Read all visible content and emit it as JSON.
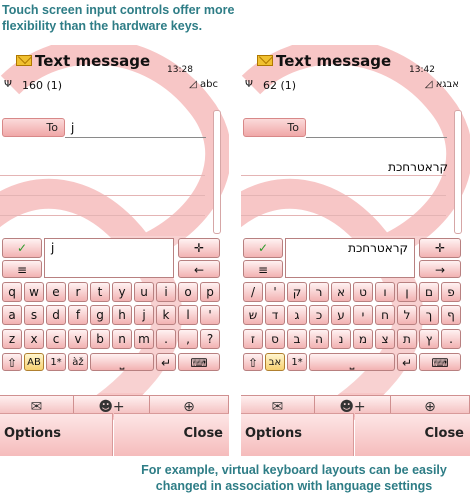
{
  "captions": {
    "top_line1": "Touch screen input controls offer more",
    "top_line2": "flexibility than the hardware keys.",
    "bottom_line1": "For example, virtual keyboard layouts can be easily",
    "bottom_line2": "changed in association with language settings"
  },
  "colors": {
    "caption": "#2e7d86",
    "accent_pink": "#f2b2b2",
    "key_selected": "#f7d070"
  },
  "left_phone": {
    "title": "Text message",
    "time": "13:28",
    "signal_icon": "antenna-icon",
    "counter": "160 (1)",
    "input_mode": "abc",
    "to_label": "To",
    "to_text": "j",
    "input_text": "j",
    "keys": {
      "row1": [
        "q",
        "w",
        "e",
        "r",
        "t",
        "y",
        "u",
        "i",
        "o",
        "p"
      ],
      "row2": [
        "a",
        "s",
        "d",
        "f",
        "g",
        "h",
        "j",
        "k",
        "l",
        "'"
      ],
      "row3": [
        "z",
        "x",
        "c",
        "v",
        "b",
        "n",
        "m",
        ".",
        ",",
        " ?"
      ],
      "shift": "⇧",
      "case": "AB",
      "numbers": "1*",
      "accents": "àž",
      "space": "⎵",
      "enter": "↵",
      "kbd": "⌨"
    },
    "check": "✓",
    "move": "✛",
    "menu": "≡",
    "backspace": "←",
    "softkey_left": "Options",
    "softkey_right": "Close"
  },
  "right_phone": {
    "title": "Text message",
    "time": "13:42",
    "signal_icon": "antenna-icon",
    "counter": "62 (1)",
    "input_mode": "אבגא",
    "to_label": "To",
    "body_text": "קראטרחכת",
    "input_text": "קראטרחכת",
    "keys": {
      "row1": [
        "/",
        "'",
        "ק",
        "ר",
        "א",
        "ט",
        "ו",
        "ן",
        "ם",
        "פ"
      ],
      "row2": [
        "ש",
        "ד",
        "ג",
        "כ",
        "ע",
        "י",
        "ח",
        "ל",
        "ך",
        "ף"
      ],
      "row3": [
        "ז",
        "ס",
        "ב",
        "ה",
        "נ",
        "מ",
        "צ",
        "ת",
        "ץ",
        "."
      ],
      "shift": "⇧",
      "case": "אב",
      "numbers": "1*",
      "space": "⎵",
      "enter": "↵",
      "kbd": "⌨"
    },
    "check": "✓",
    "move": "✛",
    "menu": "≡",
    "backspace": "→",
    "softkey_left": "Options",
    "softkey_right": "Close"
  }
}
